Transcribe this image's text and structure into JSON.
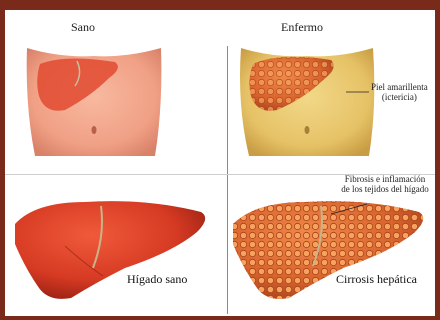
{
  "columns": {
    "healthy_title": "Sano",
    "sick_title": "Enfermo"
  },
  "annotations": {
    "jaundice_line1": "Piel amarillenta",
    "jaundice_line2": "(ictericia)",
    "fibrosis_line1": "Fibrosis e inflamación",
    "fibrosis_line2": "de los tejidos del hígado"
  },
  "captions": {
    "healthy_liver": "Hígado sano",
    "cirrhosis": "Cirrosis hepática"
  },
  "colors": {
    "frame": "#7a2a1a",
    "healthy_skin": "#f3a58c",
    "jaundiced_skin": "#e8c46a",
    "liver": "#d63a23",
    "cirrhotic_liver": "#d9642e"
  }
}
